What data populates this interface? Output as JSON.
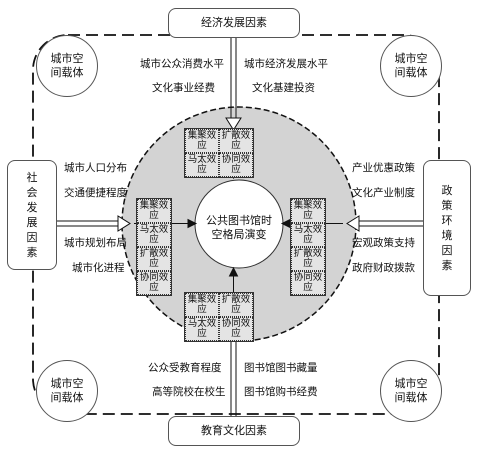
{
  "top_box": "经济发展因素",
  "bottom_box": "教育文化因素",
  "left_box": [
    "社",
    "会",
    "发",
    "展",
    "因",
    "素"
  ],
  "right_box": [
    "政",
    "策",
    "环",
    "境",
    "因",
    "素"
  ],
  "corner": [
    "城市空",
    "间载体"
  ],
  "center": [
    "公共图书馆时",
    "空格局演变"
  ],
  "top_labels": {
    "l1": "城市公众消费水平",
    "l2": "文化事业经费",
    "r1": "城市经济发展水平",
    "r2": "文化基建投资"
  },
  "bottom_labels": {
    "l1": "公众受教育程度",
    "l2": "高等院校在校生",
    "r1": "图书馆图书藏量",
    "r2": "图书馆购书经费"
  },
  "left_labels": {
    "a": "城市人口分布",
    "b": "交通便捷程度",
    "c": "城市规划布局",
    "d": "城市化进程"
  },
  "right_labels": {
    "a": "产业优惠政策",
    "b": "文化产业制度",
    "c": "宏观政策支持",
    "d": "政府财政拨款"
  },
  "effects": {
    "jj": "集聚效应",
    "ms": "马太效应",
    "ks": "扩散效应",
    "xt": "协同效应"
  }
}
